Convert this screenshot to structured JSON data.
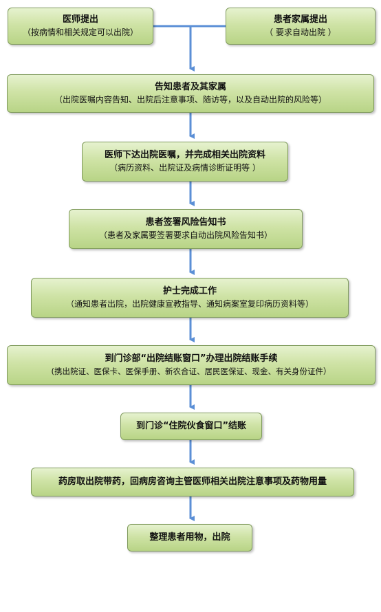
{
  "nodes": {
    "doctor": {
      "title": "医师提出",
      "sub": "（按病情和相关规定可以出院）"
    },
    "family": {
      "title": "患者家属提出",
      "sub": "（  要求自动出院  ）"
    },
    "inform": {
      "title": "告知患者及其家属",
      "sub": "（出院医嘱内容告知、出院后注意事项、随访等，以及自动出院的风险等）"
    },
    "orders": {
      "title": "医师下达出院医嘱，并完成相关出院资料",
      "sub": "（病历资料、出院证及病情诊断证明等  ）"
    },
    "consent": {
      "title": "患者签署风险告知书",
      "sub": "（患者及家属要签署要求自动出院风险告知书）"
    },
    "nurse": {
      "title": "护士完成工作",
      "sub": "（通知患者出院，出院健康宣教指导、通知病案室复印病历资料等）"
    },
    "checkout": {
      "title": "到门诊部“出院结账窗口”办理出院结账手续",
      "sub": "(携出院证、医保卡、医保手册、新农合证、居民医保证、现金、有关身份证件）"
    },
    "meals": {
      "title": "到门诊“住院伙食窗口”结账"
    },
    "pharmacy": {
      "title": "药房取出院带药，回病房咨询主管医师相关出院注意事项及药物用量"
    },
    "discharge": {
      "title": "整理患者用物，出院"
    }
  },
  "colors": {
    "arrow": "#5b8fd6",
    "box_top": "#e6f2cf",
    "box_bottom": "#b8d486",
    "box_border": "#7f9a5c"
  }
}
